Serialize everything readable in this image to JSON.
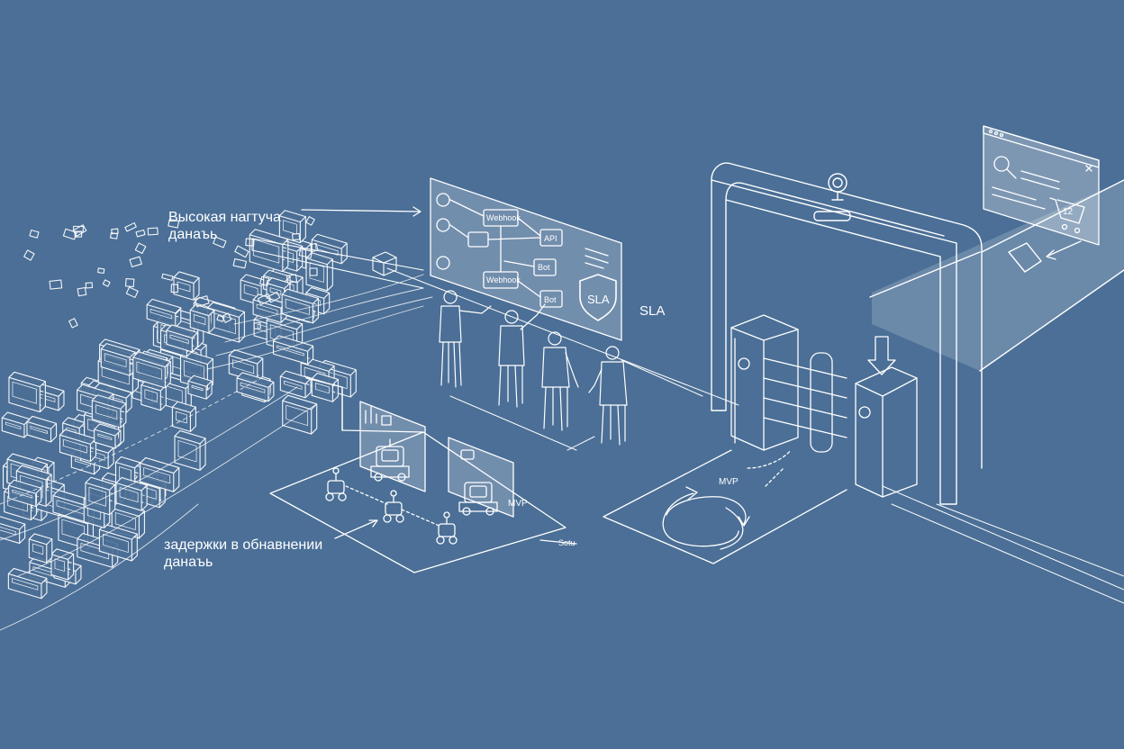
{
  "colors": {
    "background": "#4b6f96",
    "line": "#ffffff",
    "panel": "rgba(255,255,255,0.22)"
  },
  "annotations": {
    "high_load_line1": "Высокая нагтуча",
    "high_load_line2": "данаъь",
    "delay_line1": "задержки в обнавнении",
    "delay_line2": "данаъь",
    "sla": "SLA",
    "mvp_left": "MVP",
    "mvp_right": "MVP",
    "stream_label": "Sotu"
  },
  "dashboard_panel": {
    "nodes": [
      "Webhook",
      "API",
      "Bot",
      "Webhook",
      "Bot"
    ],
    "shield_label": "SLA"
  },
  "cart_panel": {
    "badge": "12"
  },
  "icons": [
    "robot-icon",
    "shield-icon",
    "shopping-cart-icon",
    "search-icon",
    "camera-icon",
    "refresh-cycle-icon",
    "turnstile-icon"
  ]
}
